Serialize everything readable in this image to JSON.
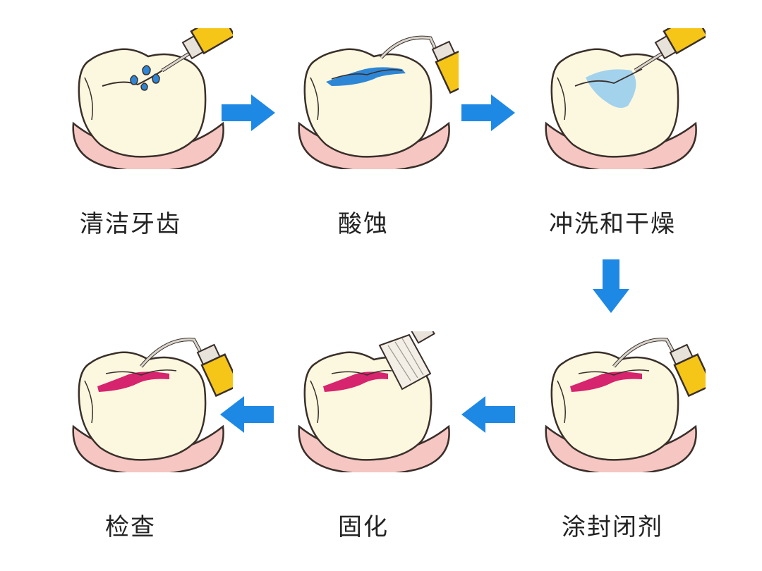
{
  "steps": [
    {
      "label": "清洁牙齿",
      "tool": "dispenser",
      "material": "water"
    },
    {
      "label": "酸蚀",
      "tool": "syringe",
      "material": "acid-gel"
    },
    {
      "label": "冲洗和干燥",
      "tool": "dispenser",
      "material": "rinse"
    },
    {
      "label": "涂封闭剂",
      "tool": "syringe",
      "material": "sealant"
    },
    {
      "label": "固化",
      "tool": "brush",
      "material": "sealant"
    },
    {
      "label": "检查",
      "tool": "syringe",
      "material": "sealant"
    }
  ],
  "colors": {
    "tooth": "#FCF8DF",
    "gum": "#F5C6C2",
    "outline": "#3A2F2A",
    "tool_yellow": "#F5C518",
    "arrow_blue": "#1E88E5",
    "acid_blue": "#2E86D6",
    "rinse_blue": "#8CC8F0",
    "sealant_red": "#D6246E",
    "label": "#222222"
  }
}
